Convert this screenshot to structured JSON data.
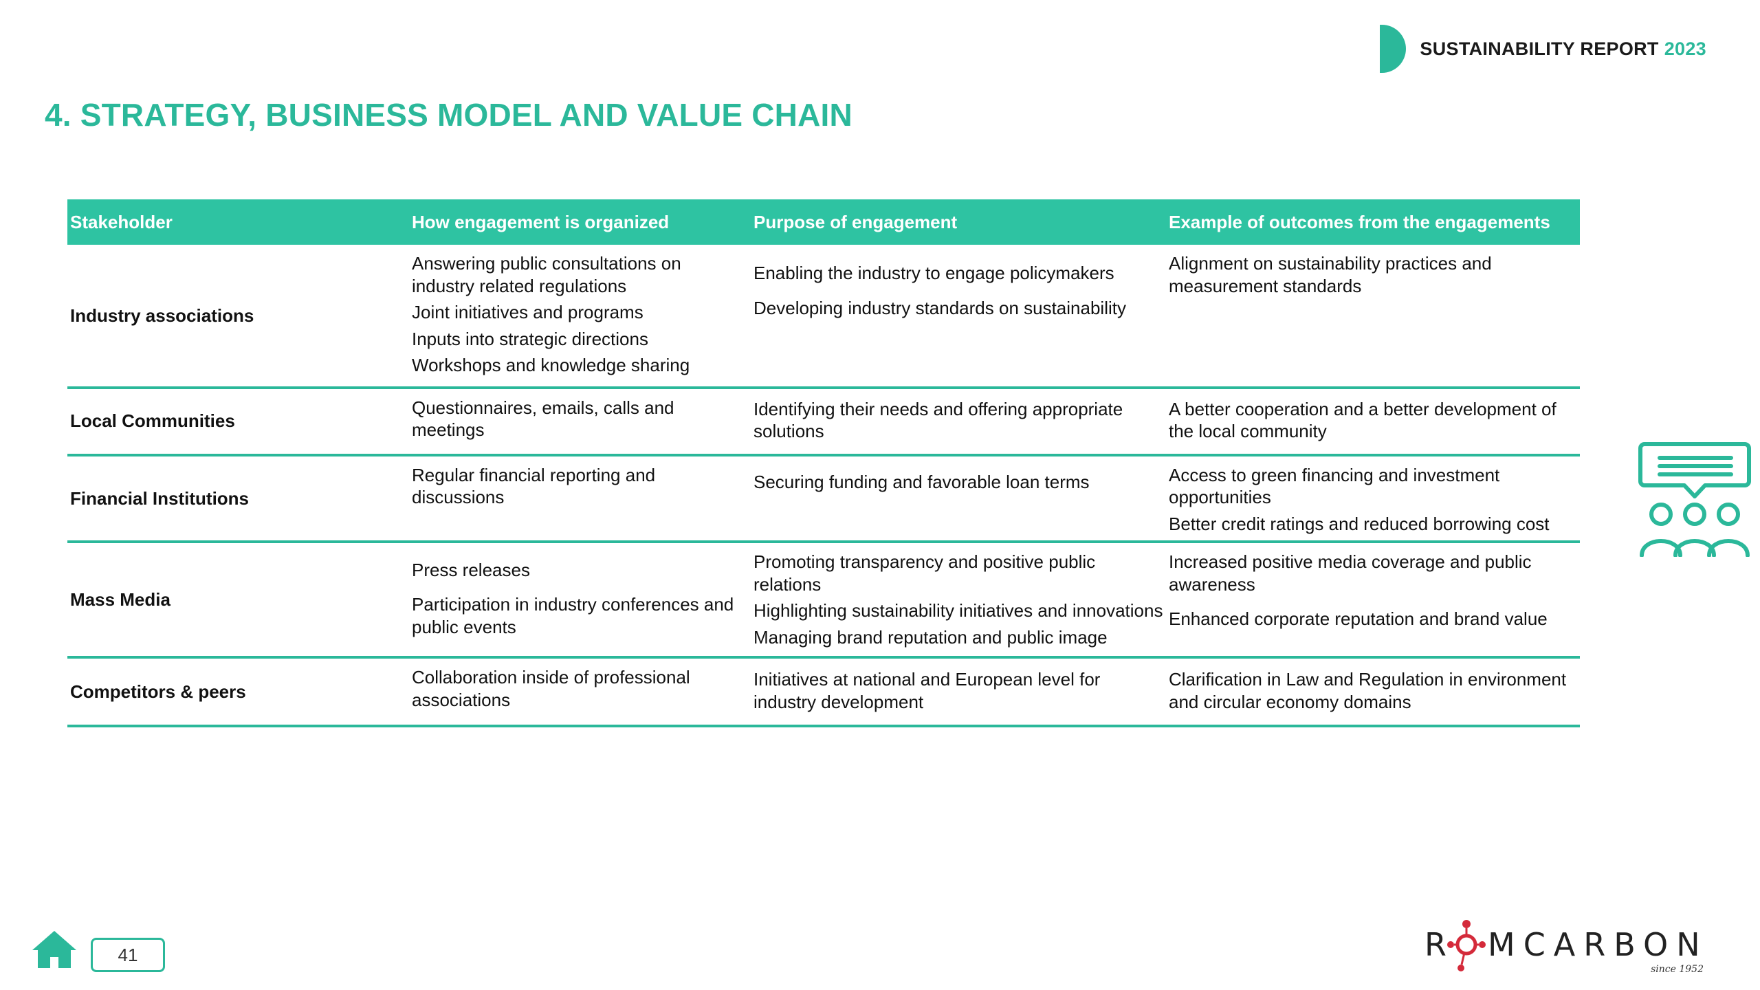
{
  "header": {
    "report_label": "SUSTAINABILITY REPORT",
    "year": "2023"
  },
  "page_title": "4. STRATEGY, BUSINESS MODEL AND VALUE CHAIN",
  "table": {
    "columns": [
      "Stakeholder",
      "How engagement is organized",
      "Purpose of engagement",
      "Example of outcomes from the engagements"
    ],
    "rows": [
      {
        "stakeholder": "Industry associations",
        "how": [
          "Answering public consultations on industry related regulations",
          "Joint initiatives and programs",
          "Inputs into strategic directions",
          "Workshops and knowledge sharing"
        ],
        "purpose": [
          "Enabling the industry to engage policymakers",
          "Developing industry standards on sustainability"
        ],
        "outcomes": [
          "Alignment on sustainability practices and measurement standards"
        ]
      },
      {
        "stakeholder": "Local Communities",
        "how": [
          "Questionnaires, emails, calls and meetings"
        ],
        "purpose": [
          "Identifying their needs and offering appropriate solutions"
        ],
        "outcomes": [
          "A better cooperation and a better development of the local community"
        ]
      },
      {
        "stakeholder": "Financial Institutions",
        "how": [
          "Regular financial reporting and discussions"
        ],
        "purpose": [
          "Securing funding and favorable loan terms"
        ],
        "outcomes": [
          "Access to green financing and investment opportunities",
          "Better credit ratings and reduced borrowing cost"
        ]
      },
      {
        "stakeholder": "Mass Media",
        "how": [
          "Press releases",
          "Participation in industry conferences and public events"
        ],
        "purpose": [
          "Promoting transparency and positive public relations",
          "Highlighting sustainability initiatives and innovations",
          "Managing brand reputation and public image"
        ],
        "outcomes": [
          "Increased positive media coverage and public awareness",
          "Enhanced corporate reputation and brand value"
        ]
      },
      {
        "stakeholder": "Competitors & peers",
        "how": [
          "Collaboration inside of professional associations"
        ],
        "purpose": [
          "Initiatives at national and European level for industry development"
        ],
        "outcomes": [
          "Clarification in Law and Regulation in environment and circular economy domains"
        ]
      }
    ]
  },
  "footer": {
    "page_number": "41",
    "logo_left": "R",
    "logo_right": "MCARBON",
    "logo_since": "since 1952"
  },
  "icons": {
    "engagement": "stakeholder-engagement-icon",
    "home": "home-icon"
  },
  "colors": {
    "accent": "#2bb89a",
    "header_fill": "#2ec3a2",
    "logo_red": "#d42a3a"
  }
}
